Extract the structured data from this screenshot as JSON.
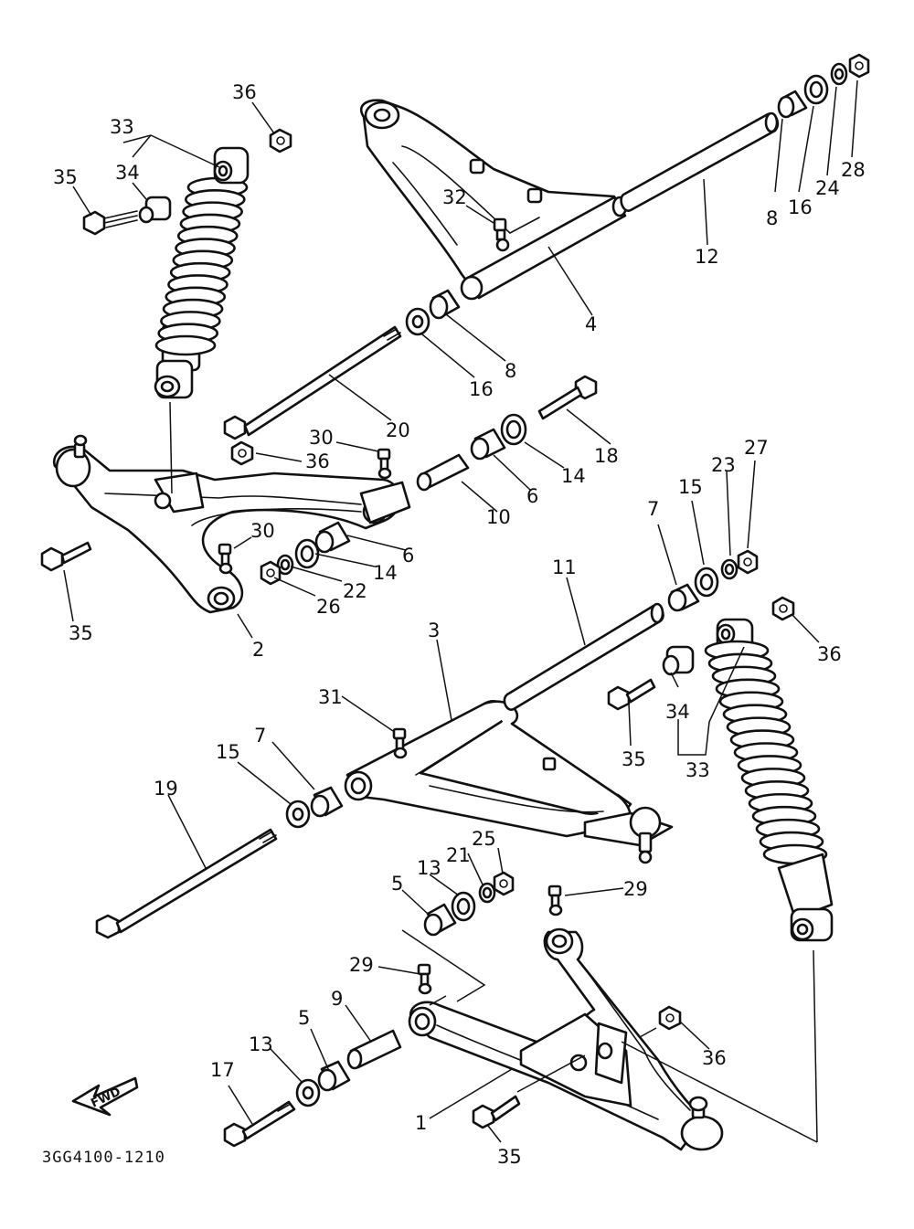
{
  "diagram": {
    "drawing_code": "3GG4100-1210",
    "direction_marker": "FWD",
    "callouts": [
      {
        "id": "c36a",
        "text": "36"
      },
      {
        "id": "c33a",
        "text": "33"
      },
      {
        "id": "c34a",
        "text": "34"
      },
      {
        "id": "c35a",
        "text": "35"
      },
      {
        "id": "c32",
        "text": "32"
      },
      {
        "id": "c12",
        "text": "12"
      },
      {
        "id": "c8a",
        "text": "8"
      },
      {
        "id": "c16a",
        "text": "16"
      },
      {
        "id": "c24",
        "text": "24"
      },
      {
        "id": "c28",
        "text": "28"
      },
      {
        "id": "c4",
        "text": "4"
      },
      {
        "id": "c8b",
        "text": "8"
      },
      {
        "id": "c16b",
        "text": "16"
      },
      {
        "id": "c20",
        "text": "20"
      },
      {
        "id": "c18",
        "text": "18"
      },
      {
        "id": "c30a",
        "text": "30"
      },
      {
        "id": "c36b",
        "text": "36"
      },
      {
        "id": "c14a",
        "text": "14"
      },
      {
        "id": "c6a",
        "text": "6"
      },
      {
        "id": "c10",
        "text": "10"
      },
      {
        "id": "c30b",
        "text": "30"
      },
      {
        "id": "c6b",
        "text": "6"
      },
      {
        "id": "c14b",
        "text": "14"
      },
      {
        "id": "c22",
        "text": "22"
      },
      {
        "id": "c26",
        "text": "26"
      },
      {
        "id": "c35b",
        "text": "35"
      },
      {
        "id": "c2",
        "text": "2"
      },
      {
        "id": "c7a",
        "text": "7"
      },
      {
        "id": "c15a",
        "text": "15"
      },
      {
        "id": "c23",
        "text": "23"
      },
      {
        "id": "c27",
        "text": "27"
      },
      {
        "id": "c11",
        "text": "11"
      },
      {
        "id": "c3",
        "text": "3"
      },
      {
        "id": "c36c",
        "text": "36"
      },
      {
        "id": "c31",
        "text": "31"
      },
      {
        "id": "c34b",
        "text": "34"
      },
      {
        "id": "c35c",
        "text": "35"
      },
      {
        "id": "c33b",
        "text": "33"
      },
      {
        "id": "c15b",
        "text": "15"
      },
      {
        "id": "c7b",
        "text": "7"
      },
      {
        "id": "c19",
        "text": "19"
      },
      {
        "id": "c25",
        "text": "25"
      },
      {
        "id": "c13a",
        "text": "13"
      },
      {
        "id": "c21",
        "text": "21"
      },
      {
        "id": "c5a",
        "text": "5"
      },
      {
        "id": "c29a",
        "text": "29"
      },
      {
        "id": "c29b",
        "text": "29"
      },
      {
        "id": "c9",
        "text": "9"
      },
      {
        "id": "c5b",
        "text": "5"
      },
      {
        "id": "c13b",
        "text": "13"
      },
      {
        "id": "c17",
        "text": "17"
      },
      {
        "id": "c36d",
        "text": "36"
      },
      {
        "id": "c1",
        "text": "1"
      },
      {
        "id": "c35d",
        "text": "35"
      }
    ]
  }
}
